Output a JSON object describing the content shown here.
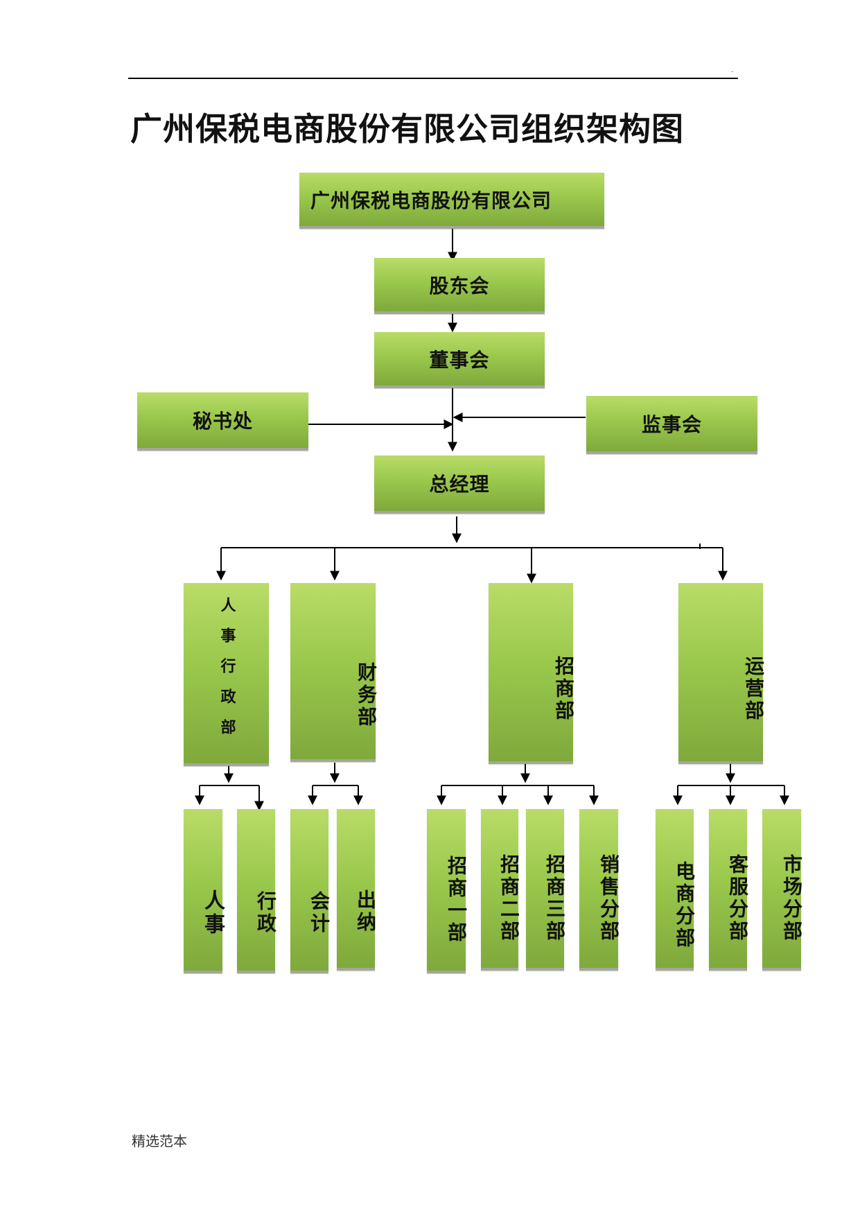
{
  "document": {
    "title": "广州保税电商股份有限公司组织架构图",
    "footer": "精选范本",
    "header_mark": "."
  },
  "org": {
    "company": "广州保税电商股份有限公司",
    "shareholders": "股东会",
    "board": "董事会",
    "secretary": "秘书处",
    "supervisors": "监事会",
    "gm": "总经理",
    "departments": [
      {
        "name": "人事行政部",
        "subs": [
          "人事",
          "行政"
        ]
      },
      {
        "name": "财务部",
        "subs": [
          "会计",
          "出纳"
        ]
      },
      {
        "name": "招商部",
        "subs": [
          "招商一部",
          "招商二部",
          "招商三部",
          "销售分部"
        ]
      },
      {
        "name": "运营部",
        "subs": [
          "电商分部",
          "客服分部",
          "市场分部"
        ]
      }
    ]
  },
  "colors": {
    "box_top": "#b9dc68",
    "box_bottom": "#7fa93c",
    "box_edge": "#a3a79a",
    "line": "#000000"
  }
}
